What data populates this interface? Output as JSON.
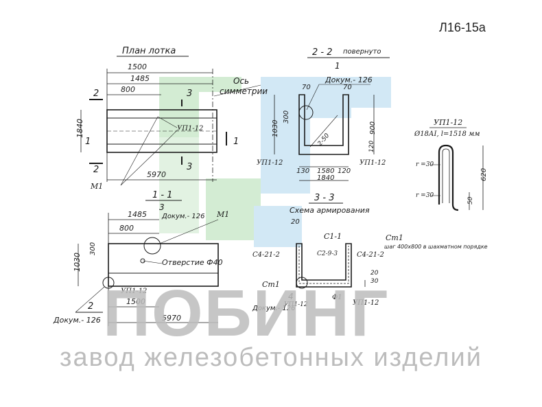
{
  "sheet_code": "Л16-15а",
  "watermark": {
    "brand": "ПОБИНГ",
    "tagline": "завод железобетонных изделий"
  },
  "plan": {
    "title": "План лотка",
    "dims": {
      "d1500": "1500",
      "d1485": "1485",
      "d800": "800",
      "d1840": "1840",
      "d5970": "5970"
    },
    "axis_label_1": "Ось",
    "axis_label_2": "симметрии",
    "up_label": "УП1-12",
    "m1_label": "М1",
    "cut1": "1",
    "cut2": "2",
    "cut3": "3"
  },
  "section_22": {
    "title": "2 - 2",
    "rotated": "повернуто",
    "callout_num": "1",
    "doc_ref": "Докум.- 126",
    "dims": {
      "d70a": "70",
      "d70b": "70",
      "d300": "300",
      "d1030": "1030",
      "d900": "900",
      "d120": "120",
      "d130": "130",
      "d1580": "1580",
      "d120b": "120",
      "d1840": "1840",
      "d250": "2-50"
    },
    "up_left": "УП1-12",
    "up_right": "УП1-12"
  },
  "section_11": {
    "title": "1 - 1",
    "num3": "3",
    "doc_ref": "Докум.- 126",
    "m1_label": "М1",
    "dims": {
      "d1485": "1485",
      "d800": "800",
      "d300": "300",
      "d1030": "1030",
      "d1500": "1500",
      "d5970": "5970"
    },
    "hole": "Отверстие Ф40",
    "up_label": "УП1-12",
    "num2": "2",
    "doc_ref2": "Докум.- 126"
  },
  "section_33": {
    "title": "3 - 3",
    "subtitle": "Схема армирования",
    "d20": "20",
    "c11": "С1-1",
    "ct1_top": "Ст1",
    "note": "шаг 400х800 в шахматном порядке",
    "c4_left": "С4-21-2",
    "c293": "С2-9-3",
    "c4_right": "С4-21-2",
    "ct1_left": "Ст1",
    "num4": "4",
    "doc_ref": "Докум.- 126",
    "up_mid": "УП1-12",
    "f1": "Ф1",
    "up_right": "УП1-12",
    "d20b": "20",
    "d30": "30"
  },
  "detail_up": {
    "title": "УП1-12",
    "spec": "Ø18АI, l=1518 мм",
    "r1": "r =30",
    "r2": "r =30",
    "h620": "620",
    "h50": "50"
  },
  "colors": {
    "ink": "#1a1a1a",
    "green_wm": "#cfe8cf",
    "blue_wm": "#cfe6f3",
    "gray_wm": "#bdbdbd"
  }
}
